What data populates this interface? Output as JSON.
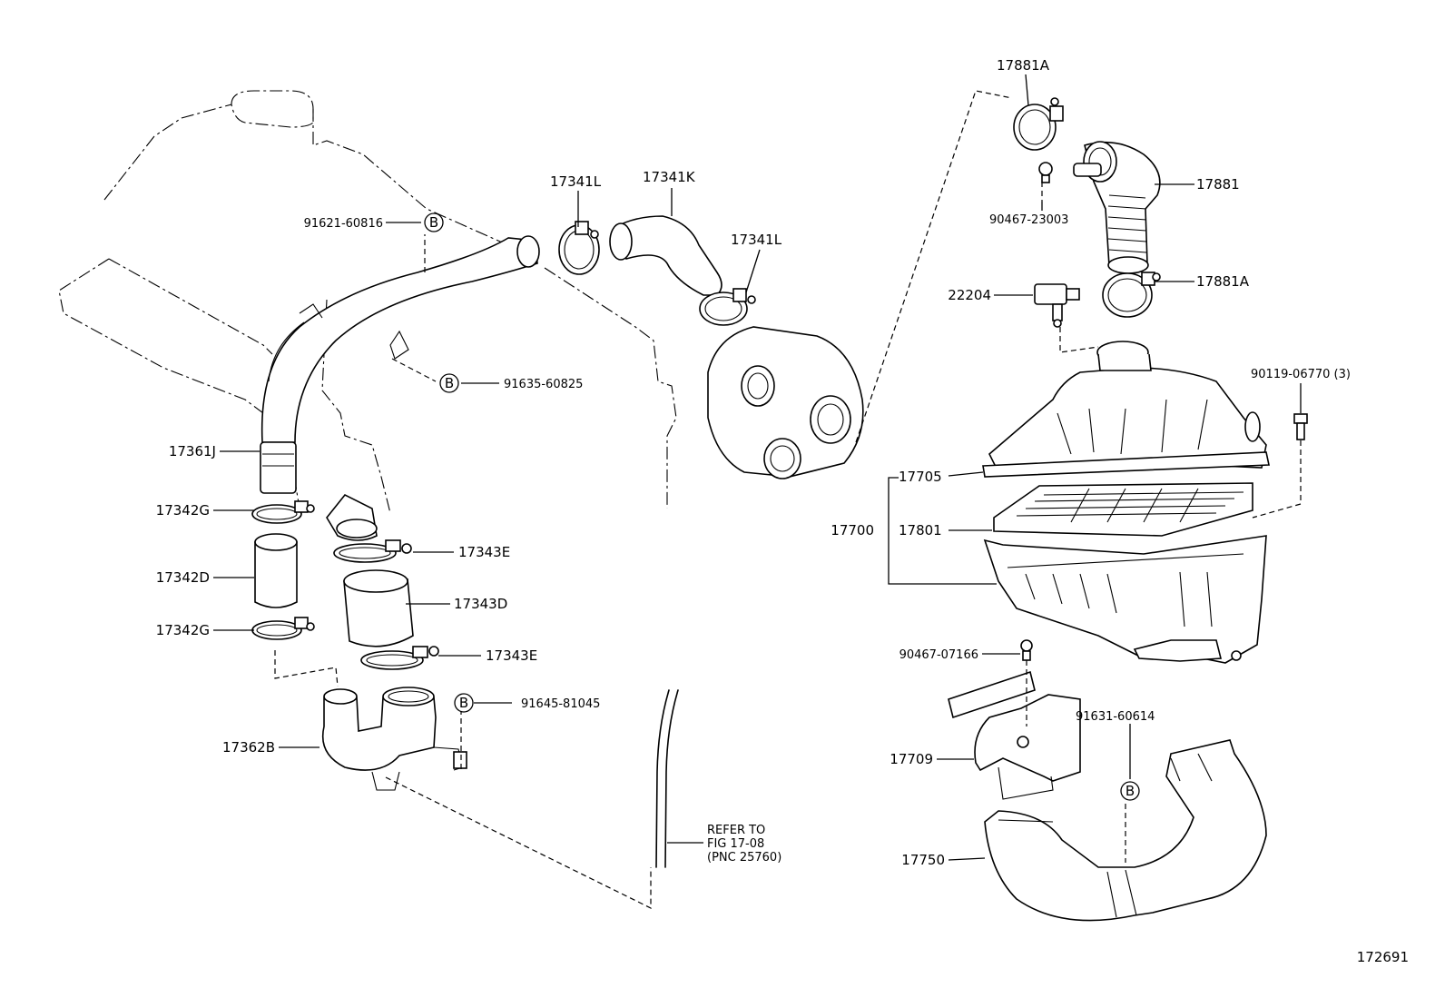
{
  "labels": {
    "p17881A_top": "17881A",
    "p17341L_a": "17341L",
    "p17341K": "17341K",
    "p17341L_b": "17341L",
    "p17881": "17881",
    "p90467_23003": "90467-23003",
    "p91621": "91621-60816",
    "p22204": "22204",
    "p17881A_b": "17881A",
    "p91635": "91635-60825",
    "p90119": "90119-06770 (3)",
    "p17361J": "17361J",
    "p17705": "17705",
    "p17342G_a": "17342G",
    "p17700": "17700",
    "p17801": "17801",
    "p17343E_a": "17343E",
    "p17342D": "17342D",
    "p17343D": "17343D",
    "p17342G_b": "17342G",
    "p17343E_b": "17343E",
    "p90467_07166": "90467-07166",
    "p91645": "91645-81045",
    "p91631": "91631-60614",
    "p17362B": "17362B",
    "p17709": "17709",
    "p17750": "17750",
    "refer1": "REFER TO",
    "refer2": "FIG 17-08",
    "refer3": "(PNC 25760)",
    "figure_id": "172691"
  },
  "badges": {
    "b": "B"
  }
}
